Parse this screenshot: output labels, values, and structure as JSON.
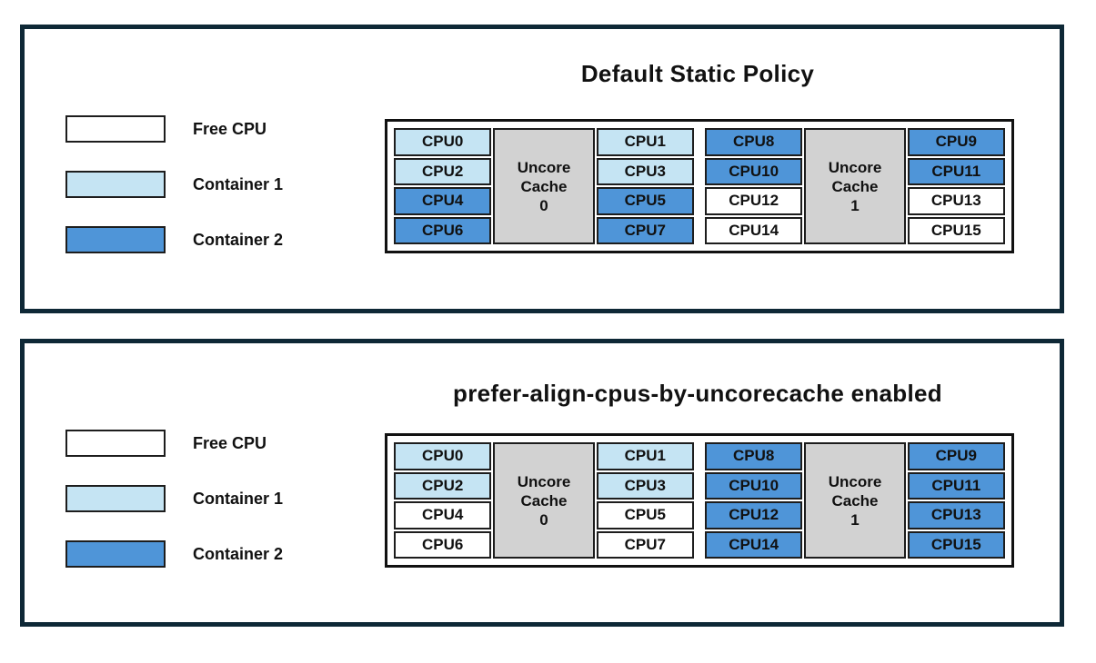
{
  "colors": {
    "free": "#FFFFFF",
    "container1": "#C5E4F3",
    "container2": "#4F95D8",
    "cache": "#D2D2D2"
  },
  "cache_fill": "cache",
  "legend": [
    {
      "label": "Free CPU",
      "state": "free"
    },
    {
      "label": "Container 1",
      "state": "container1"
    },
    {
      "label": "Container 2",
      "state": "container2"
    }
  ],
  "panels": [
    {
      "title": "Default Static Policy",
      "groups": [
        {
          "cache_lines": [
            "Uncore",
            "Cache",
            "0"
          ],
          "left": [
            {
              "label": "CPU0",
              "state": "container1"
            },
            {
              "label": "CPU2",
              "state": "container1"
            },
            {
              "label": "CPU4",
              "state": "container2"
            },
            {
              "label": "CPU6",
              "state": "container2"
            }
          ],
          "right": [
            {
              "label": "CPU1",
              "state": "container1"
            },
            {
              "label": "CPU3",
              "state": "container1"
            },
            {
              "label": "CPU5",
              "state": "container2"
            },
            {
              "label": "CPU7",
              "state": "container2"
            }
          ]
        },
        {
          "cache_lines": [
            "Uncore",
            "Cache",
            "1"
          ],
          "left": [
            {
              "label": "CPU8",
              "state": "container2"
            },
            {
              "label": "CPU10",
              "state": "container2"
            },
            {
              "label": "CPU12",
              "state": "free"
            },
            {
              "label": "CPU14",
              "state": "free"
            }
          ],
          "right": [
            {
              "label": "CPU9",
              "state": "container2"
            },
            {
              "label": "CPU11",
              "state": "container2"
            },
            {
              "label": "CPU13",
              "state": "free"
            },
            {
              "label": "CPU15",
              "state": "free"
            }
          ]
        }
      ]
    },
    {
      "title": "prefer-align-cpus-by-uncorecache enabled",
      "groups": [
        {
          "cache_lines": [
            "Uncore",
            "Cache",
            "0"
          ],
          "left": [
            {
              "label": "CPU0",
              "state": "container1"
            },
            {
              "label": "CPU2",
              "state": "container1"
            },
            {
              "label": "CPU4",
              "state": "free"
            },
            {
              "label": "CPU6",
              "state": "free"
            }
          ],
          "right": [
            {
              "label": "CPU1",
              "state": "container1"
            },
            {
              "label": "CPU3",
              "state": "container1"
            },
            {
              "label": "CPU5",
              "state": "free"
            },
            {
              "label": "CPU7",
              "state": "free"
            }
          ]
        },
        {
          "cache_lines": [
            "Uncore",
            "Cache",
            "1"
          ],
          "left": [
            {
              "label": "CPU8",
              "state": "container2"
            },
            {
              "label": "CPU10",
              "state": "container2"
            },
            {
              "label": "CPU12",
              "state": "container2"
            },
            {
              "label": "CPU14",
              "state": "container2"
            }
          ],
          "right": [
            {
              "label": "CPU9",
              "state": "container2"
            },
            {
              "label": "CPU11",
              "state": "container2"
            },
            {
              "label": "CPU13",
              "state": "container2"
            },
            {
              "label": "CPU15",
              "state": "container2"
            }
          ]
        }
      ]
    }
  ]
}
